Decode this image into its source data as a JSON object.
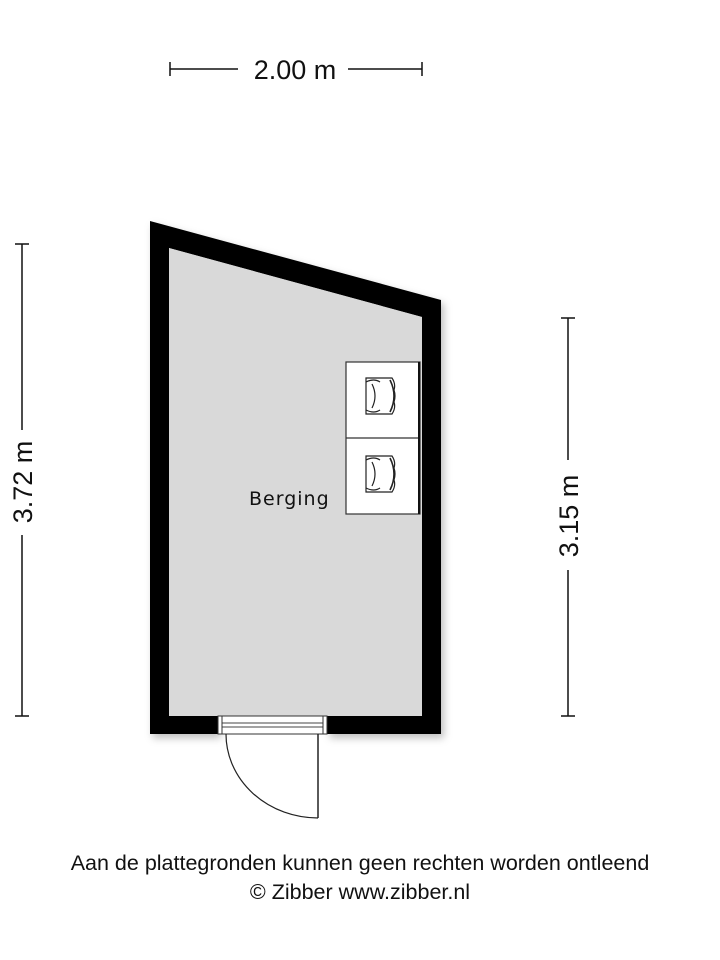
{
  "dimensions": {
    "top_width": "2.00 m",
    "left_height": "3.72 m",
    "right_height": "3.15 m"
  },
  "room": {
    "name": "Berging",
    "floor_color": "#d9d9d9",
    "wall_color": "#000000"
  },
  "fixtures": [
    {
      "icon": "armchair-icon"
    },
    {
      "icon": "armchair-icon"
    }
  ],
  "footer": {
    "disclaimer": "Aan de plattegronden kunnen geen rechten worden ontleend",
    "copyright": "© Zibber www.zibber.nl"
  }
}
